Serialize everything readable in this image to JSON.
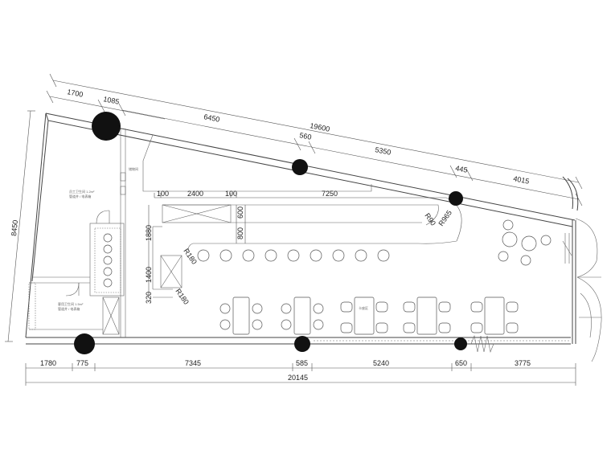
{
  "dimensions": {
    "top_overall": "19600",
    "top_segments": [
      "1700",
      "1085",
      "6450",
      "560",
      "5350",
      "445",
      "4015"
    ],
    "bottom_overall": "20145",
    "bottom_segments": [
      "1780",
      "775",
      "7345",
      "585",
      "5240",
      "650",
      "3775"
    ],
    "left_height": "8450",
    "bar_top": [
      "100",
      "2400",
      "100",
      "7250"
    ],
    "bar_side": [
      "600",
      "800"
    ],
    "left_vertical": [
      "1880",
      "1400",
      "320"
    ],
    "radii": [
      "R180",
      "R180",
      "R90",
      "R965"
    ]
  },
  "notes": {
    "room_a": [
      "员工卫生间 1.2m²",
      "管道井 / 电表箱"
    ],
    "room_b": [
      "客用卫生间 1.5m²",
      "管道井 / 电表箱"
    ],
    "label_store": "储物间",
    "label_table": "卡座区"
  },
  "colors": {
    "line": "#444444",
    "column": "#111111",
    "background": "#ffffff"
  }
}
